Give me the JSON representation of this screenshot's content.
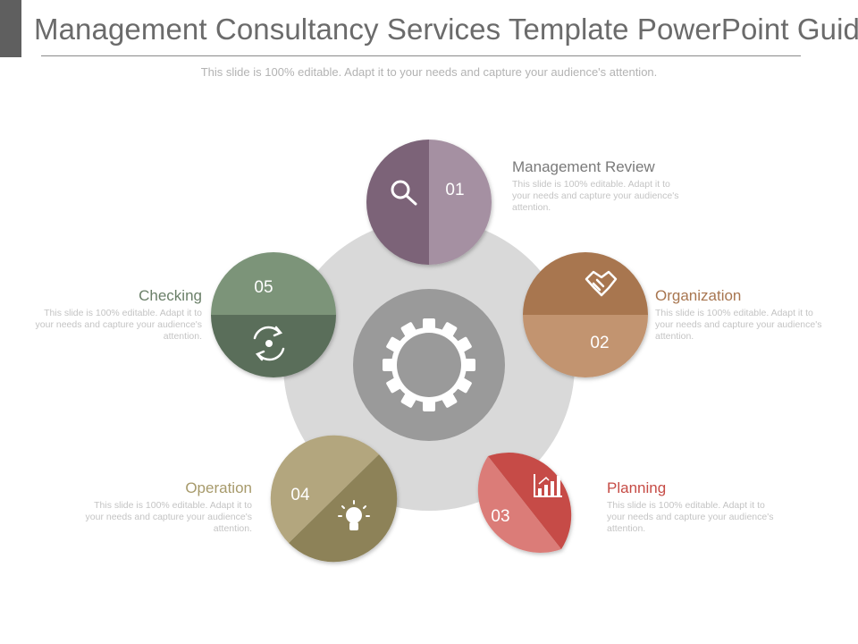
{
  "header": {
    "title": "Management Consultancy Services Template PowerPoint Guide",
    "subtitle": "This slide is 100% editable. Adapt it to your needs and capture your audience's attention."
  },
  "center": {
    "icon": "gear-icon"
  },
  "steps": [
    {
      "number": "01",
      "title": "Management Review",
      "description": "This slide is 100% editable. Adapt it to your needs and capture your audience's attention.",
      "icon": "magnifier-icon",
      "color_dark": "#7b6478",
      "color_light": "#a590a2",
      "title_color": "#7a7a7a"
    },
    {
      "number": "02",
      "title": "Organization",
      "description": "This slide is 100% editable. Adapt it to your needs and capture your audience's attention.",
      "icon": "handshake-icon",
      "color_dark": "#a87650",
      "color_light": "#c29470",
      "title_color": "#a87650"
    },
    {
      "number": "03",
      "title": "Planning",
      "description": "This slide is 100% editable. Adapt it to your needs and capture your audience's attention.",
      "icon": "bar-chart-icon",
      "color_dark": "#c64c46",
      "color_light": "#db7c78",
      "title_color": "#c64c46"
    },
    {
      "number": "04",
      "title": "Operation",
      "description": "This slide is 100% editable. Adapt it to your needs and capture your audience's attention.",
      "icon": "lightbulb-icon",
      "color_dark": "#8d8258",
      "color_light": "#b3a67e",
      "title_color": "#a79a6b"
    },
    {
      "number": "05",
      "title": "Checking",
      "description": "This slide is 100% editable. Adapt it to your needs and capture your audience's attention.",
      "icon": "refresh-gear-icon",
      "color_dark": "#5a6e5a",
      "color_light": "#7b9479",
      "title_color": "#6a7f68"
    }
  ]
}
